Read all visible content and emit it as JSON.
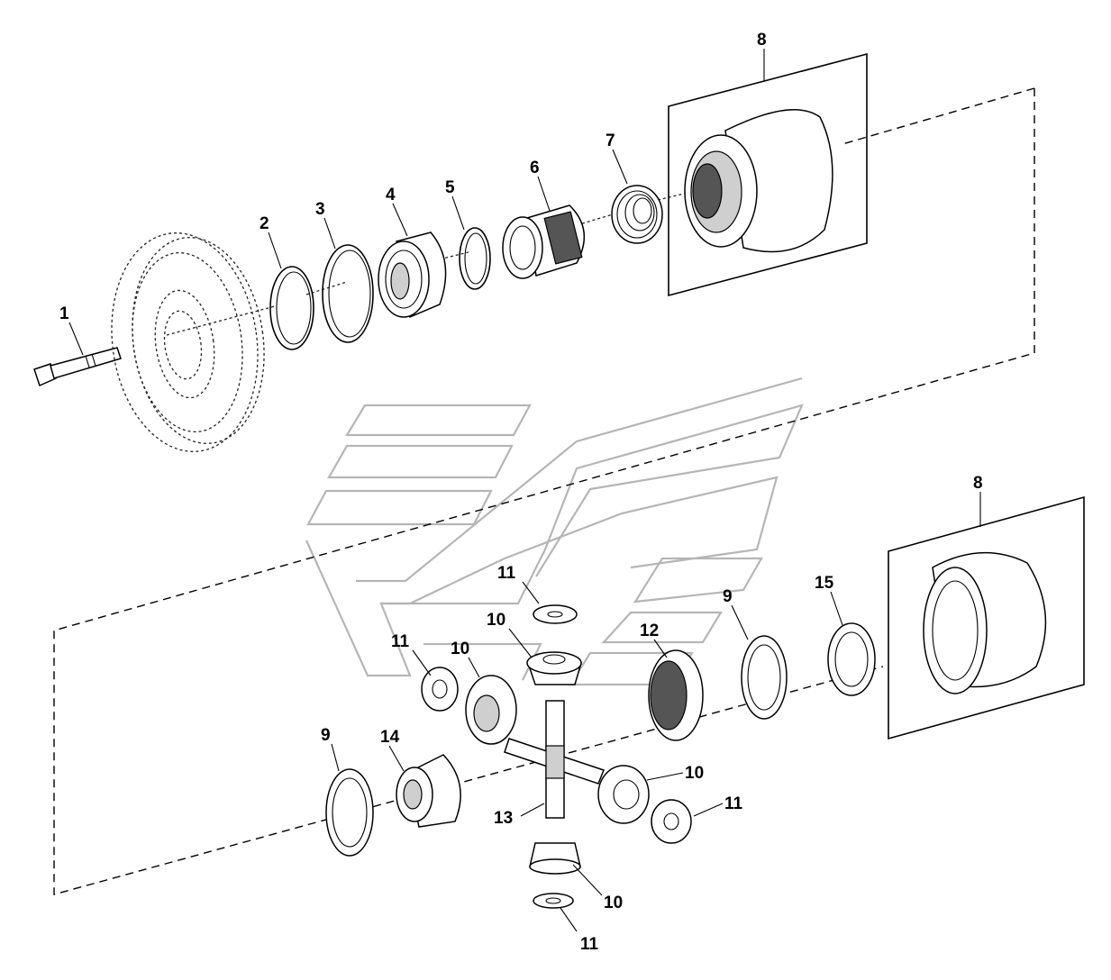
{
  "callouts": {
    "c1": "1",
    "c2": "2",
    "c3": "3",
    "c4": "4",
    "c5": "5",
    "c6": "6",
    "c7": "7",
    "c8_top": "8",
    "c8_bottom": "8",
    "c9_right": "9",
    "c9_left": "9",
    "c10_top": "10",
    "c10_left": "10",
    "c10_right": "10",
    "c10_bottom": "10",
    "c11_top": "11",
    "c11_left": "11",
    "c11_right": "11",
    "c11_bottom": "11",
    "c12": "12",
    "c13": "13",
    "c14": "14",
    "c15": "15"
  }
}
